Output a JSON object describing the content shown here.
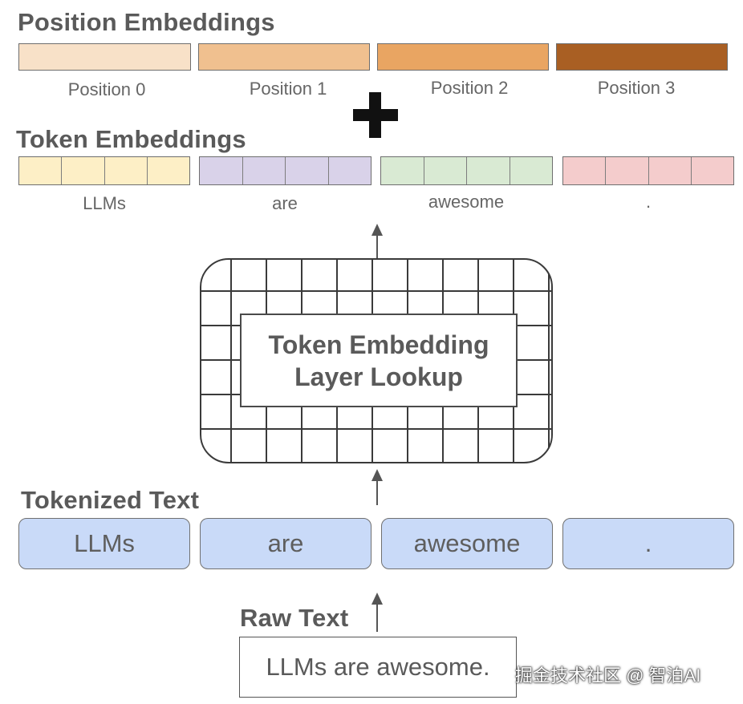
{
  "position_embeddings": {
    "title": "Position Embeddings",
    "items": [
      {
        "label": "Position 0",
        "color": "#f8e1c8"
      },
      {
        "label": "Position 1",
        "color": "#f0c08f"
      },
      {
        "label": "Position 2",
        "color": "#e9a562"
      },
      {
        "label": "Position 3",
        "color": "#a95f23"
      }
    ]
  },
  "plus_symbol": "plus",
  "token_embeddings": {
    "title": "Token Embeddings",
    "items": [
      {
        "label": "LLMs",
        "color": "#fdefc6"
      },
      {
        "label": "are",
        "color": "#d9d2e9"
      },
      {
        "label": "awesome",
        "color": "#d9ead3"
      },
      {
        "label": ".",
        "color": "#f4cccc"
      }
    ]
  },
  "lookup": {
    "line1": "Token Embedding",
    "line2": "Layer Lookup"
  },
  "tokenized_text": {
    "title": "Tokenized Text",
    "tokens": [
      "LLMs",
      "are",
      "awesome",
      "."
    ],
    "color": "#c9daf8"
  },
  "raw_text": {
    "title": "Raw Text",
    "value": "LLMs are awesome."
  },
  "watermark": "掘金技术社区 @ 智泊AI"
}
